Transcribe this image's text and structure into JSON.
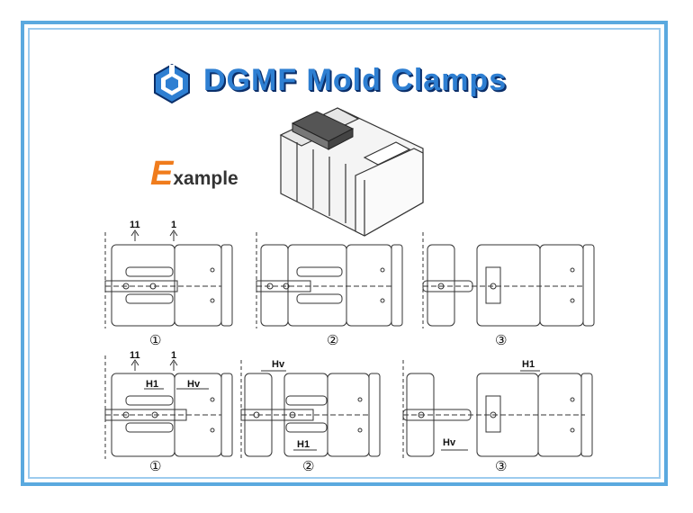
{
  "header": {
    "title": "DGMF Mold Clamps",
    "logo_icon": "dgmf-logo-icon",
    "example_initial": "E",
    "example_rest": "xample"
  },
  "colors": {
    "frame": "#5aa9df",
    "title": "#2e7fd2",
    "accent": "#f07c1c"
  },
  "steps": {
    "row1": [
      "①",
      "②",
      "③"
    ],
    "row2": [
      "①",
      "②",
      "③"
    ]
  },
  "labels": {
    "arrow_11": "11",
    "arrow_1": "1",
    "h1": "H1",
    "hv": "Hv"
  }
}
